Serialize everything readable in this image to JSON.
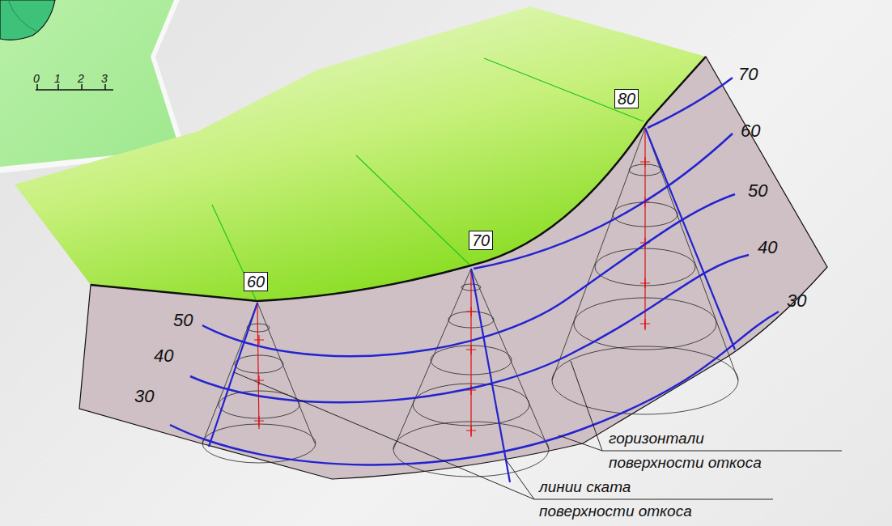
{
  "diagram": {
    "nodes": [
      {
        "text": [
          "80"
        ]
      },
      {
        "text": [
          "70"
        ]
      },
      {
        "text": [
          "60"
        ]
      }
    ],
    "labels": [
      "0",
      "1",
      "2",
      "3",
      "70",
      "60",
      "50",
      "40",
      "30",
      "50",
      "40",
      "30",
      "горизонтали",
      "поверхности откоса",
      "линии ската",
      "поверхности откоса"
    ]
  }
}
